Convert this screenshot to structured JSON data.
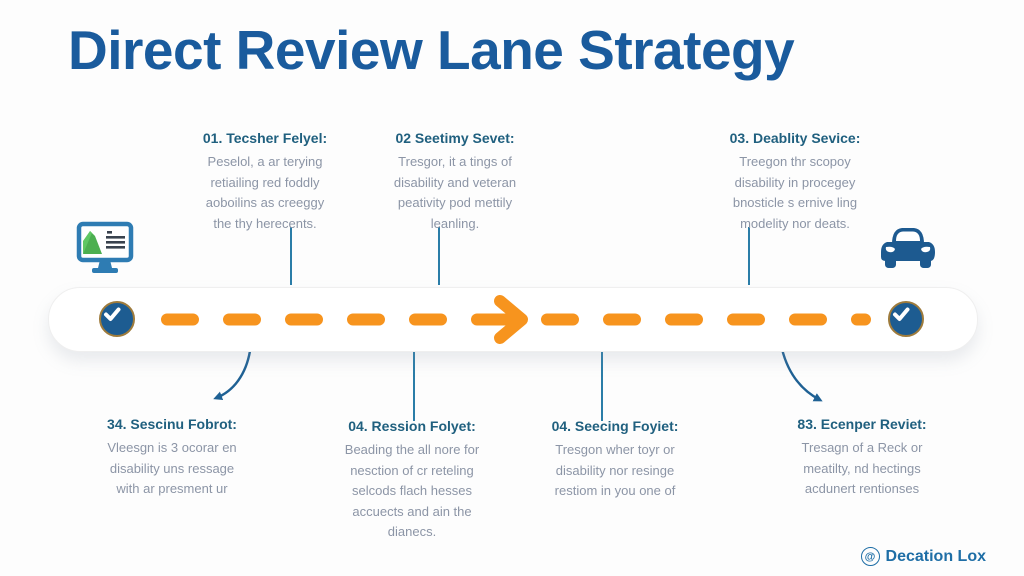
{
  "title": "Direct Review Lane Strategy",
  "top_steps": [
    {
      "heading": "01. Tecsher Felyel:",
      "body": "Peselol, a ar terying\nretiailing red foddly\naoboilins as creeggy\nthe thy herecents."
    },
    {
      "heading": "02 Seetimy Sevet:",
      "body": "Tresgor, it a tings of\ndisability and veteran\npeativity pod mettily\nleanling."
    },
    {
      "heading": "03. Deablity Sevice:",
      "body": "Treegon thr scopoy\ndisability in procegey\nbnosticle s ernive ling\nmodelity nor deats."
    }
  ],
  "bottom_steps": [
    {
      "heading": "34. Sescinu Fobrot:",
      "body": "Vleesgn is 3 ocorar en\ndisability uns ressage\nwith ar presment ur"
    },
    {
      "heading": "04. Ression Folyet:",
      "body": "Beading the all nore for\nnesction of cr reteling\nselcods flach hesses\naccuects and ain the\ndianecs."
    },
    {
      "heading": "04. Seecing Foyiet:",
      "body": "Tresgon wher toyr or\ndisability nor resinge\nrestiom in you one of"
    },
    {
      "heading": "83. Ecenper Reviet:",
      "body": "Tresagn of a Reck or\nmeatilty, nd hectings\nacdunert rentionses"
    }
  ],
  "footer": {
    "mark": "@",
    "brand": "Decation Lox"
  },
  "icons": {
    "timeline_start": "computer-monitor-icon",
    "timeline_end": "car-icon",
    "lane_start_marker": "check-circle-icon",
    "lane_end_marker": "check-circle-icon",
    "flow": "dashed-arrow-right"
  },
  "colors": {
    "title_blue": "#1a5b9d",
    "heading_teal": "#20607f",
    "body_gray": "#8c95a6",
    "dash_orange": "#f7941e",
    "connector_blue": "#2b7da8",
    "curve_blue": "#1f6194",
    "check_circle_blue": "#1d5c91",
    "brand_blue": "#1e6ea6",
    "icon_green": "#4caf50"
  }
}
